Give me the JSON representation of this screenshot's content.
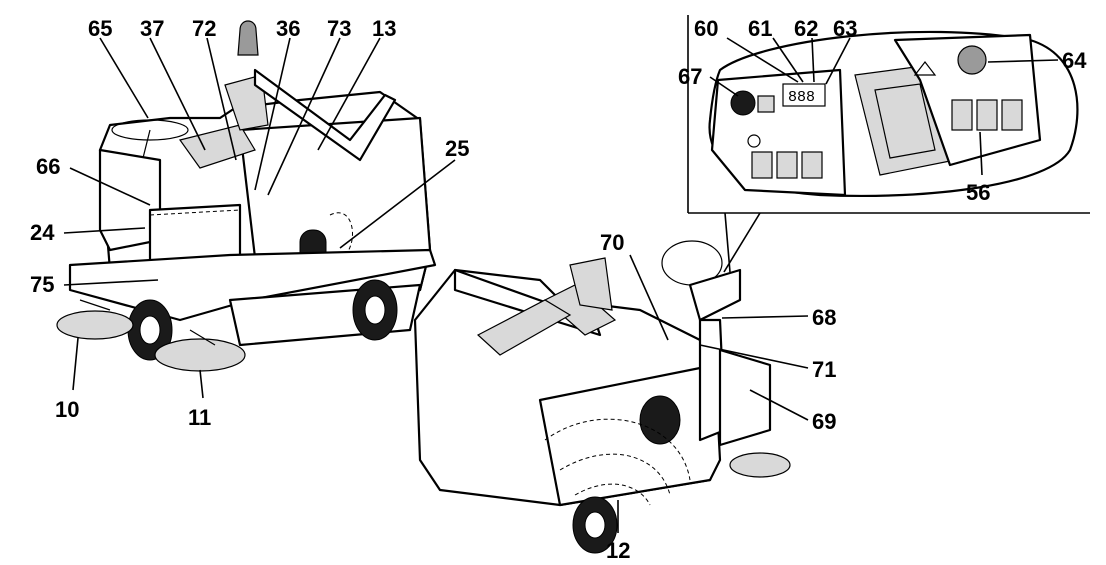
{
  "callouts": {
    "c65": "65",
    "c37": "37",
    "c72": "72",
    "c36": "36",
    "c73": "73",
    "c13": "13",
    "c66": "66",
    "c25": "25",
    "c24": "24",
    "c75": "75",
    "c10": "10",
    "c11": "11",
    "c60": "60",
    "c61": "61",
    "c62": "62",
    "c63": "63",
    "c67": "67",
    "c64": "64",
    "c56": "56",
    "c70": "70",
    "c68": "68",
    "c71": "71",
    "c69": "69",
    "c12": "12"
  },
  "panel": {
    "display_digits": "888"
  }
}
